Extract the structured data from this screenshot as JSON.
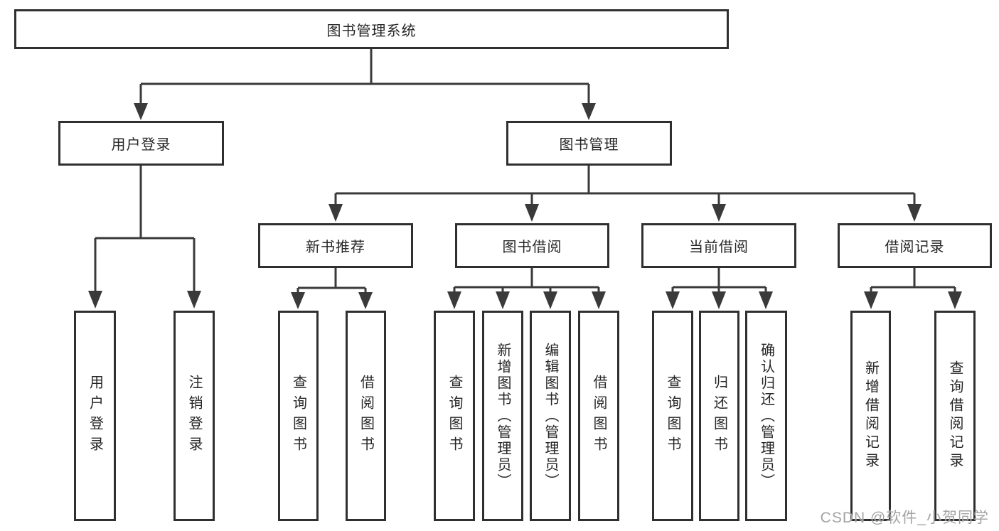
{
  "colors": {
    "line": "#3a3a3a",
    "box_border": "#2f2f2f",
    "text": "#262626",
    "watermark_text": "#969696",
    "background": "#ffffff"
  },
  "diagram": {
    "title": "图书管理系统",
    "level2": [
      {
        "label": "用户登录"
      },
      {
        "label": "图书管理"
      }
    ],
    "level3": [
      {
        "label": "新书推荐",
        "parent": "图书管理"
      },
      {
        "label": "图书借阅",
        "parent": "图书管理"
      },
      {
        "label": "当前借阅",
        "parent": "图书管理"
      },
      {
        "label": "借阅记录",
        "parent": "图书管理"
      }
    ],
    "leaves": [
      {
        "label": "用户登录",
        "parent": "用户登录"
      },
      {
        "label": "注销登录",
        "parent": "用户登录"
      },
      {
        "label": "查询图书",
        "parent": "新书推荐"
      },
      {
        "label": "借阅图书",
        "parent": "新书推荐"
      },
      {
        "label": "查询图书",
        "parent": "图书借阅"
      },
      {
        "label": "新增图书（管理员）",
        "parent": "图书借阅"
      },
      {
        "label": "编辑图书（管理员）",
        "parent": "图书借阅"
      },
      {
        "label": "借阅图书",
        "parent": "图书借阅"
      },
      {
        "label": "查询图书",
        "parent": "当前借阅"
      },
      {
        "label": "归还图书",
        "parent": "当前借阅"
      },
      {
        "label": "确认归还（管理员）",
        "parent": "当前借阅"
      },
      {
        "label": "新增借阅记录",
        "parent": "借阅记录"
      },
      {
        "label": "查询借阅记录",
        "parent": "借阅记录"
      }
    ],
    "watermark": "CSDN @软件_小贺同学"
  }
}
